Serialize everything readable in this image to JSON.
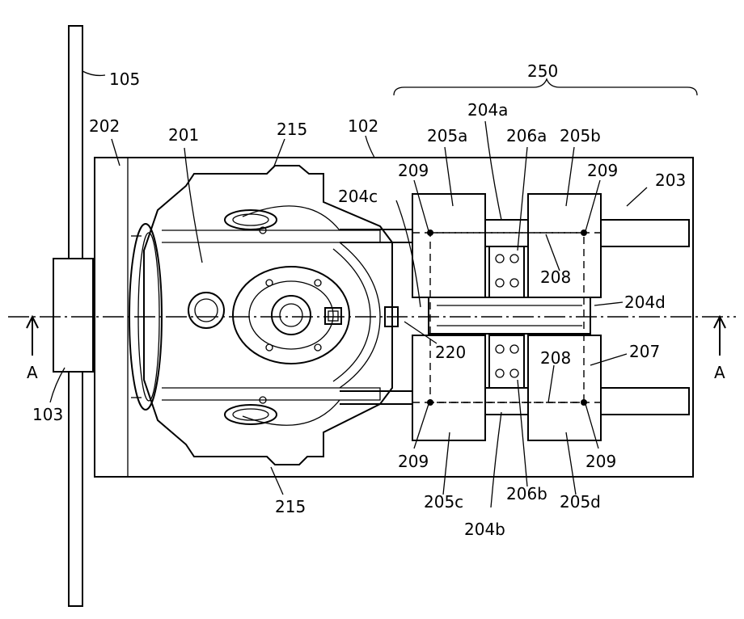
{
  "labels": {
    "l105": "105",
    "l250": "250",
    "l202": "202",
    "l201": "201",
    "l215_top": "215",
    "l102": "102",
    "l204a": "204a",
    "l205a": "205a",
    "l206a": "206a",
    "l205b": "205b",
    "l209_tl": "209",
    "l209_tr": "209",
    "l203": "203",
    "l204c": "204c",
    "l208_top": "208",
    "l204d": "204d",
    "l220": "220",
    "l207": "207",
    "l208_bot": "208",
    "l_a_left": "A",
    "l_a_right": "A",
    "l103": "103",
    "l209_bl": "209",
    "l209_br": "209",
    "l215_bot": "215",
    "l205c": "205c",
    "l206b": "206b",
    "l205d": "205d",
    "l204b": "204b"
  }
}
